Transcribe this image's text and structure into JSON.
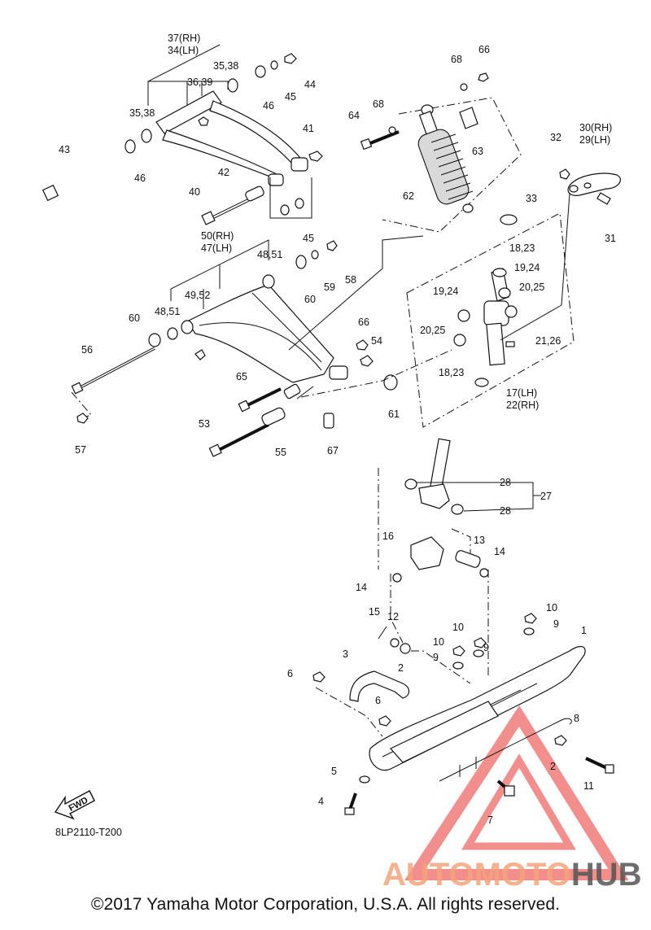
{
  "diagram": {
    "code": "8LP2110-T200",
    "copyright": "©2017 Yamaha Motor Corporation, U.S.A. All rights reserved.",
    "fwd_label": "FWD",
    "watermark": {
      "part1": "AUTOMOTO",
      "part2": "HUB",
      "color1": "#f4a37a",
      "color2": "#444444",
      "logo_color": "#e8322f"
    },
    "callouts": [
      "37(RH)",
      "34(LH)",
      "35,38",
      "36,39",
      "44",
      "46",
      "45",
      "35,38",
      "43",
      "46",
      "41",
      "42",
      "40",
      "45",
      "64",
      "68",
      "68",
      "66",
      "63",
      "62",
      "32",
      "30(RH)",
      "29(LH)",
      "31",
      "33",
      "50(RH)",
      "47(LH)",
      "48,51",
      "58",
      "59",
      "60",
      "49,52",
      "60",
      "48,51",
      "56",
      "18,23",
      "19,24",
      "19,24",
      "20,25",
      "20,25",
      "21,26",
      "66",
      "54",
      "65",
      "53",
      "55",
      "57",
      "67",
      "61",
      "18,23",
      "17(LH)",
      "22(RH)",
      "28",
      "27",
      "28",
      "16",
      "13",
      "14",
      "14",
      "10",
      "9",
      "15",
      "12",
      "10",
      "10",
      "9",
      "9",
      "1",
      "3",
      "2",
      "6",
      "6",
      "8",
      "2",
      "5",
      "4",
      "11",
      "7"
    ]
  }
}
